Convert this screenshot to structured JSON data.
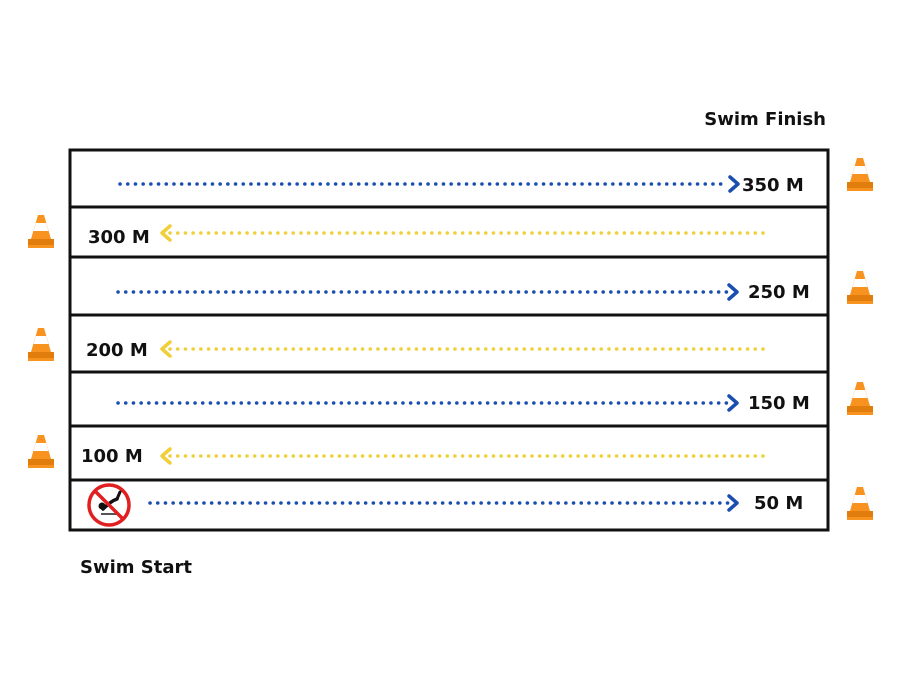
{
  "labels": {
    "finish": "Swim Finish",
    "start": "Swim Start"
  },
  "lanes": [
    {
      "distance": "350 M",
      "direction": "right",
      "color": "#1a4fb0"
    },
    {
      "distance": "300 M",
      "direction": "left",
      "color": "#f0cf3a"
    },
    {
      "distance": "250 M",
      "direction": "right",
      "color": "#1a4fb0"
    },
    {
      "distance": "200 M",
      "direction": "left",
      "color": "#f0cf3a"
    },
    {
      "distance": "150 M",
      "direction": "right",
      "color": "#1a4fb0"
    },
    {
      "distance": "100 M",
      "direction": "left",
      "color": "#f0cf3a"
    },
    {
      "distance": "50 M",
      "direction": "right",
      "color": "#1a4fb0",
      "start_icon": "no-diving-icon"
    }
  ],
  "colors": {
    "rope": "#111111",
    "cone_orange": "#f7931e",
    "cone_stripe": "#ffffff",
    "no_diving_red": "#e02020"
  },
  "icons": {
    "cone": "traffic-cone-icon",
    "no_diving": "no-diving-icon"
  }
}
